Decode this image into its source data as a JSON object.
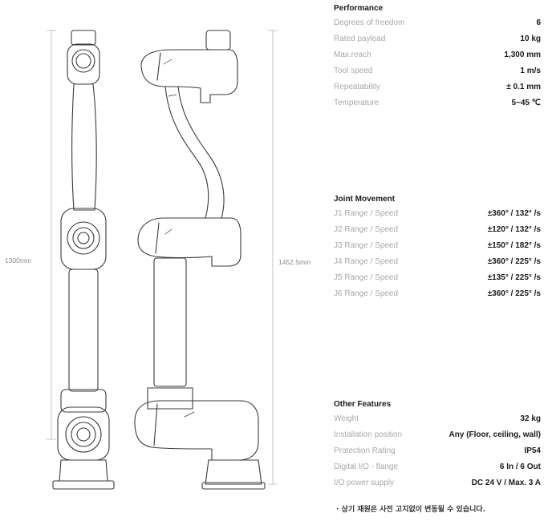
{
  "dimensions": {
    "height_left": "1300mm",
    "height_right": "1452.5mm"
  },
  "performance": {
    "title": "Performance",
    "rows": [
      {
        "label": "Degrees of freedom",
        "value": "6"
      },
      {
        "label": "Rated payload",
        "value": "10 kg"
      },
      {
        "label": "Max.reach",
        "value": "1,300 mm"
      },
      {
        "label": "Tool speed",
        "value": "1 m/s"
      },
      {
        "label": "Repeatability",
        "value": "± 0.1 mm"
      },
      {
        "label": "Temperature",
        "value": "5~45 ℃"
      }
    ]
  },
  "joint_movement": {
    "title": "Joint Movement",
    "rows": [
      {
        "label": "J1 Range / Speed",
        "value": "±360° / 132° /s"
      },
      {
        "label": "J2 Range / Speed",
        "value": "±120° / 132° /s"
      },
      {
        "label": "J3 Range / Speed",
        "value": "±150° / 182° /s"
      },
      {
        "label": "J4 Range / Speed",
        "value": "±360° / 225° /s"
      },
      {
        "label": "J5 Range / Speed",
        "value": "±135° / 225° /s"
      },
      {
        "label": "J6 Range / Speed",
        "value": "±360° / 225° /s"
      }
    ]
  },
  "other_features": {
    "title": "Other Features",
    "rows": [
      {
        "label": "Weight",
        "value": "32 kg"
      },
      {
        "label": "Installation position",
        "value": "Any (Floor, ceiling, wall)"
      },
      {
        "label": "Protection Rating",
        "value": "IP54"
      },
      {
        "label": "Digital I/O - flange",
        "value": "6 In / 6 Out"
      },
      {
        "label": "I/O power supply",
        "value": "DC 24 V / Max. 3 A"
      }
    ]
  },
  "note": "· 상기 재원은 사전 고지없이 변동될 수 있습니다."
}
